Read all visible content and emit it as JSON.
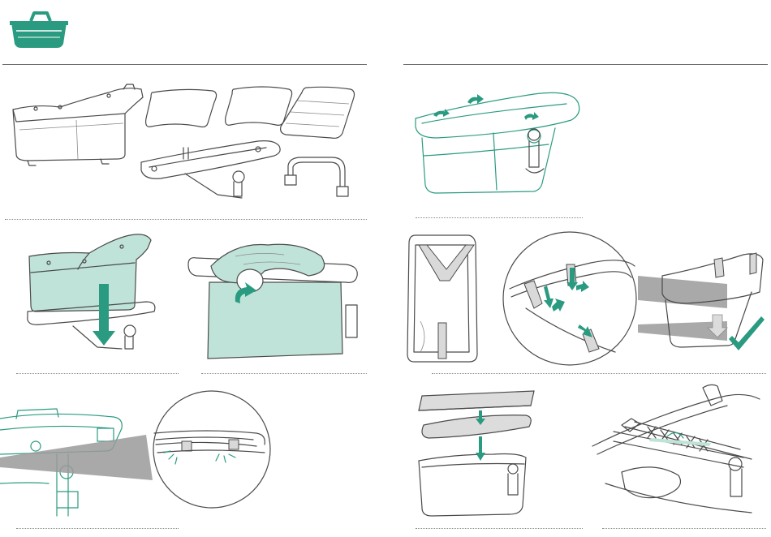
{
  "accent_color": "#2a9b80",
  "accent_light": "#bfe3d8",
  "line_color": "#4a4a4a",
  "grey_shade": "#d9d9d9",
  "header": {
    "icon": "bassinet-icon"
  },
  "panels": {
    "left": {
      "steps": [
        {
          "id": "components",
          "icon": "parts-overview-illustration"
        },
        {
          "id": "attach-bassinet-to-frame",
          "icon": "arrow-down-icon"
        },
        {
          "id": "fold-fabric-over-handle",
          "icon": "rotate-arrow-icon"
        },
        {
          "id": "clip-bar-into-frame",
          "icon": "click-indicator-icon"
        }
      ]
    },
    "right": {
      "steps": [
        {
          "id": "rotate-clips",
          "icon": "rotate-arrow-icon"
        },
        {
          "id": "insert-straps",
          "icon": "checkmark-icon"
        },
        {
          "id": "place-mattress",
          "icon": "arrow-down-icon"
        },
        {
          "id": "fasten-handle-strap",
          "icon": "buckle-icon"
        }
      ]
    }
  }
}
